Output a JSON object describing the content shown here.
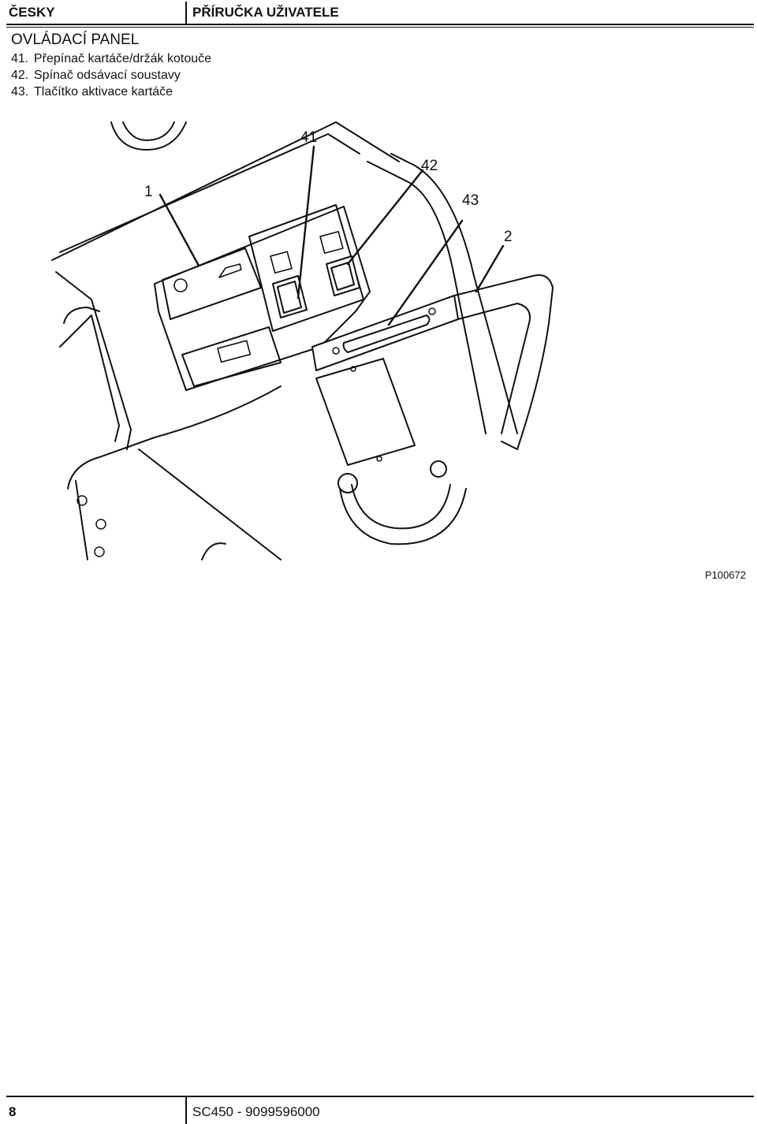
{
  "header": {
    "language": "ČESKY",
    "manual_title": "PŘÍRUČKA UŽIVATELE"
  },
  "section": {
    "heading": "OVLÁDACÍ PANEL",
    "items": [
      {
        "num": "41.",
        "text": "Přepínač kartáče/držák kotouče"
      },
      {
        "num": "42.",
        "text": "Spínač odsávací soustavy"
      },
      {
        "num": "43.",
        "text": "Tlačítko aktivace kartáče"
      }
    ]
  },
  "figure": {
    "callouts": {
      "c1": "1",
      "c41": "41",
      "c42": "42",
      "c43": "43",
      "c2": "2"
    },
    "reference": "P100672"
  },
  "footer": {
    "page": "8",
    "model": "SC450 - 9099596000"
  }
}
